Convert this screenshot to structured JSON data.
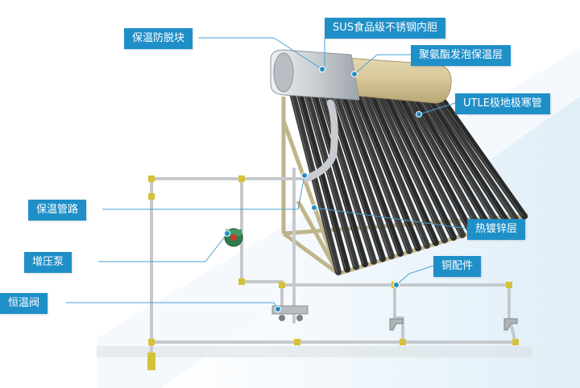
{
  "labels": {
    "anti_freeze_block": "保温防脱块",
    "sus_inner_tank": "SUS食品级不锈钢内胆",
    "pu_foam_insulation": "聚氨酯发泡保温层",
    "utle_tubes": "UTLE极地极寒管",
    "insulated_pipe": "保温管路",
    "booster_pump": "增压泵",
    "hot_dip_galvanized": "热镀锌层",
    "copper_fittings": "铜配件",
    "thermostatic_valve": "恒温阀"
  },
  "colors": {
    "label_bg": "#1f8fc8",
    "label_text": "#ffffff",
    "leader_line": "#4aa3d3",
    "tank_gold": "#d8c79a",
    "pipe_gray": "#bfc3c6",
    "fitting_yellow": "#d4c23a",
    "pump_green": "#2e7d4f"
  }
}
